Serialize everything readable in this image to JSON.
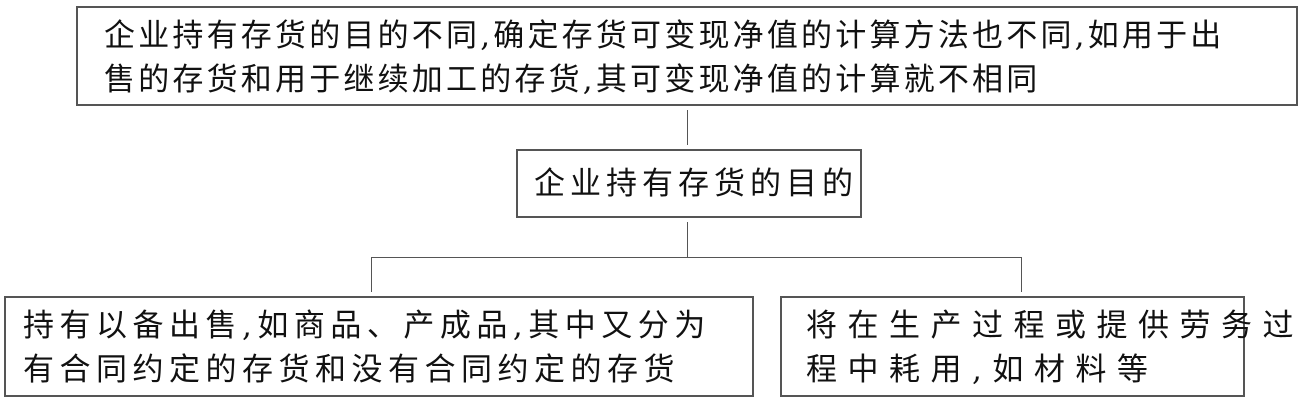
{
  "diagram": {
    "type": "hierarchy",
    "top_node": {
      "lines": [
        "企业持有存货的目的不同,确定存货可变现净值的计算方法也不同,如用于出",
        "售的存货和用于继续加工的存货,其可变现净值的计算就不相同"
      ]
    },
    "middle_node": {
      "label": "企业持有存货的目的"
    },
    "children": [
      {
        "lines": [
          "持有以备出售,如商品、产成品,其中又分为",
          "有合同约定的存货和没有合同约定的存货"
        ]
      },
      {
        "lines": [
          "将在生产过程或提供劳务过",
          "程中耗用,如材料等"
        ]
      }
    ],
    "colors": {
      "border": "#555555",
      "text": "#111111",
      "background": "#ffffff"
    }
  }
}
